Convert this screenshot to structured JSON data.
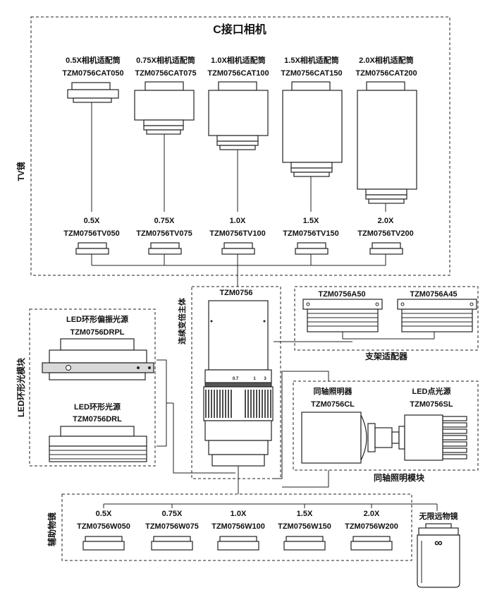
{
  "tv_module": {
    "header": "C接口相机",
    "side_label": "TV镜",
    "adapters": [
      {
        "top": "0.5X相机适配筒",
        "code": "TZM0756CAT050"
      },
      {
        "top": "0.75X相机适配筒",
        "code": "TZM0756CAT075"
      },
      {
        "top": "1.0X相机适配筒",
        "code": "TZM0756CAT100"
      },
      {
        "top": "1.5X相机适配筒",
        "code": "TZM0756CAT150"
      },
      {
        "top": "2.0X相机适配筒",
        "code": "TZM0756CAT200"
      }
    ],
    "lenses": [
      {
        "mag": "0.5X",
        "code": "TZM0756TV050"
      },
      {
        "mag": "0.75X",
        "code": "TZM0756TV075"
      },
      {
        "mag": "1.0X",
        "code": "TZM0756TV100"
      },
      {
        "mag": "1.5X",
        "code": "TZM0756TV150"
      },
      {
        "mag": "2.0X",
        "code": "TZM0756TV200"
      }
    ]
  },
  "zoom_body": {
    "code": "TZM0756",
    "side_label": "连续变倍主体",
    "scale_marks": [
      "0.7",
      "1",
      "3"
    ]
  },
  "stand_adapter": {
    "label": "支架适配器",
    "items": [
      {
        "code": "TZM0756A50"
      },
      {
        "code": "TZM0756A45"
      }
    ]
  },
  "led_ring": {
    "side_label": "LED环形光模块",
    "items": [
      {
        "name": "LED环形偏振光源",
        "code": "TZM0756DRPL"
      },
      {
        "name": "LED环形光源",
        "code": "TZM0756DRL"
      }
    ]
  },
  "coaxial": {
    "label": "同轴照明模块",
    "items": [
      {
        "name": "同轴照明器",
        "code": "TZM0756CL"
      },
      {
        "name": "LED点光源",
        "code": "TZM0756SL"
      }
    ]
  },
  "aux_objectives": {
    "side_label": "辅助物镜",
    "items": [
      {
        "mag": "0.5X",
        "code": "TZM0756W050"
      },
      {
        "mag": "0.75X",
        "code": "TZM0756W075"
      },
      {
        "mag": "1.0X",
        "code": "TZM0756W100"
      },
      {
        "mag": "1.5X",
        "code": "TZM0756W150"
      },
      {
        "mag": "2.0X",
        "code": "TZM0756W200"
      }
    ]
  },
  "infinity_objective": {
    "label": "无限远物镜",
    "symbol": "∞"
  }
}
